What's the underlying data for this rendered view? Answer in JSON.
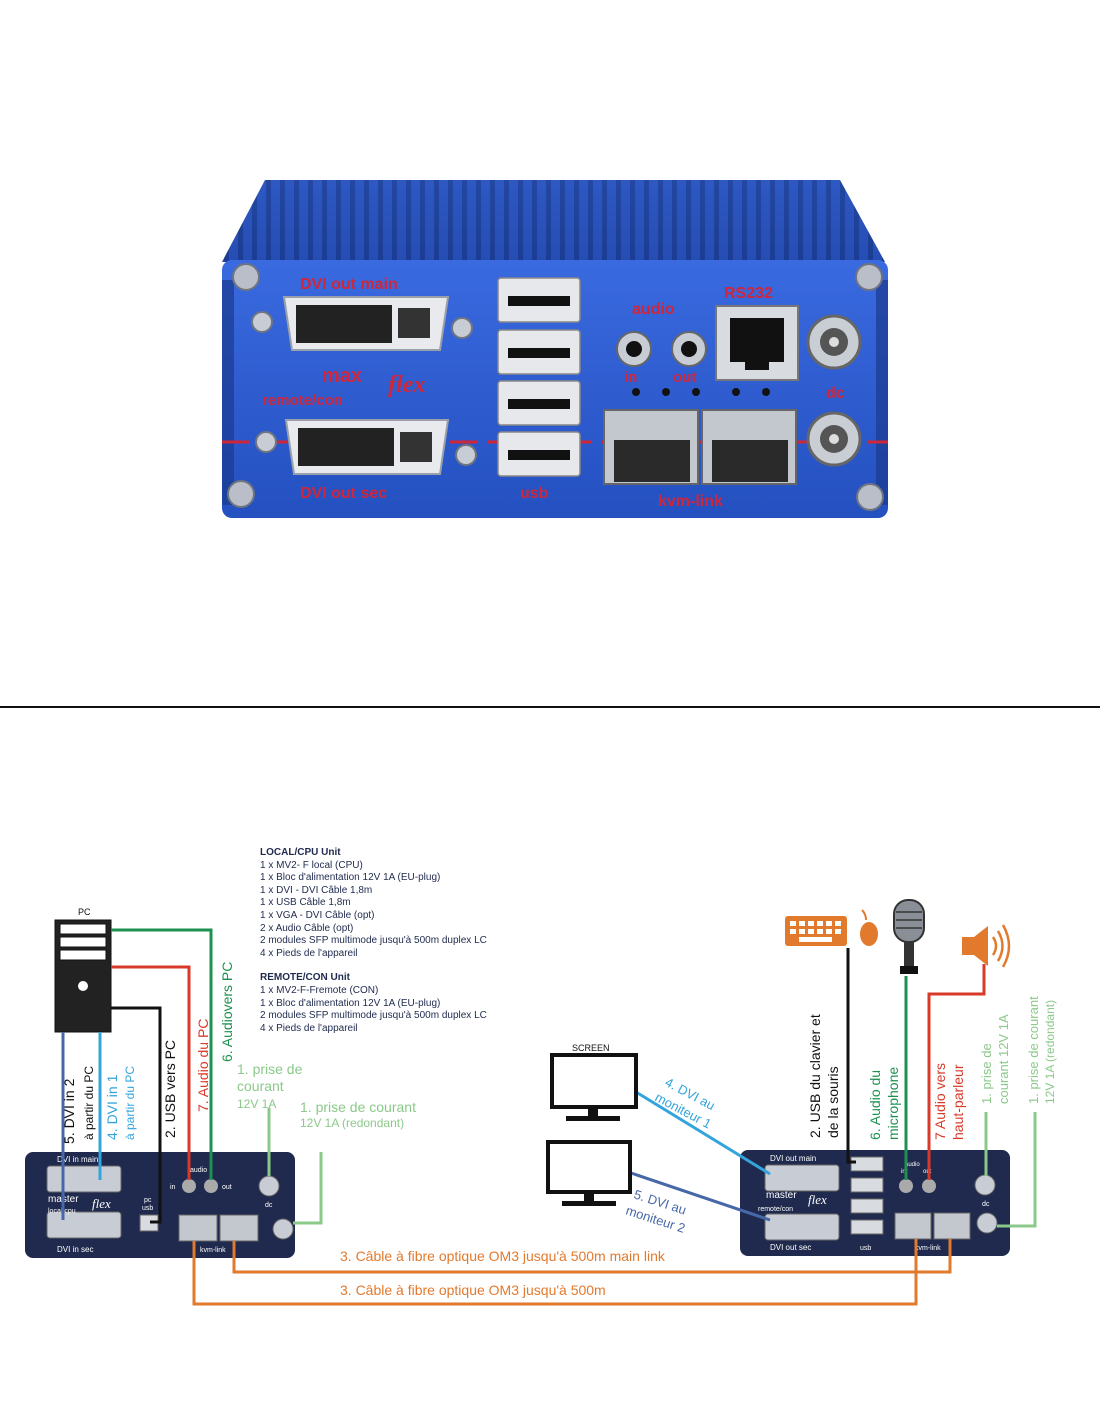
{
  "device": {
    "dvi_main": "DVI out main",
    "dvi_sec": "DVI out sec",
    "brand_max": "max",
    "brand_flex": "flex",
    "remote_con": "remote/con",
    "usb": "usb",
    "audio": "audio",
    "audio_in": "in",
    "audio_out": "out",
    "rs232": "RS232",
    "dc": "dc",
    "kvm_link": "kvm-link"
  },
  "contents": {
    "local_title": "LOCAL/CPU Unit",
    "local_items": [
      "1 x MV2- F local (CPU)",
      "1 x Bloc d'alimentation 12V 1A (EU-plug)",
      "1 x DVI - DVI Câble 1,8m",
      "1 x USB Câble 1,8m",
      "1 x VGA - DVI Câble (opt)",
      "2 x Audio Câble (opt)",
      "2 modules SFP multimode jusqu'à 500m duplex LC",
      "4 x Pieds de l'appareil"
    ],
    "remote_title": "REMOTE/CON Unit",
    "remote_items": [
      "1 x MV2-F-Fremote (CON)",
      "1 x Bloc d'alimentation 12V 1A (EU-plug)",
      "2 modules SFP multimode jusqu'à 500m duplex LC",
      "4 x Pieds de l'appareil"
    ]
  },
  "diagram": {
    "pc_label": "PC",
    "screen_label": "SCREEN",
    "local_unit": {
      "dvi_in_main": "DVI in main",
      "dvi_in_sec": "DVI in sec",
      "brand": "master",
      "brand_flex": "flex",
      "local_cpu": "local/cpu",
      "pc": "pc",
      "usb": "usb",
      "audio": "audio",
      "in": "in",
      "out": "out",
      "dc": "dc",
      "kvm_link": "kvm-link"
    },
    "remote_unit": {
      "dvi_out_main": "DVI out main",
      "dvi_out_sec": "DVI out sec",
      "brand": "master",
      "brand_flex": "flex",
      "remote_con": "remote/con",
      "usb": "usb",
      "audio": "audio",
      "in": "in",
      "out": "out",
      "dc": "dc",
      "kvm_link": "kvm-link"
    },
    "labels": {
      "dvi_in_2": "5. DVI in 2",
      "dvi_in_2_sub": "à partir du PC",
      "dvi_in_1": "4. DVI in 1",
      "dvi_in_1_sub": "à partir du PC",
      "usb_vers_pc": "2. USB vers PC",
      "audio_du_pc": "7. Audio du PC",
      "audio_vers_pc": "6. Audiovers PC",
      "prise_l1": "1. prise de",
      "prise_l2": "courant",
      "prise_l3": "12V 1A",
      "prise_red_l1": "1. prise de courant",
      "prise_red_l2": "12V 1A (redondant)",
      "dvi_moniteur1_l1": "4. DVI au",
      "dvi_moniteur1_l2": "moniteur 1",
      "dvi_moniteur2_l1": "5. DVI au",
      "dvi_moniteur2_l2": "moniteur 2",
      "usb_clavier_l1": "2. USB du clavier et",
      "usb_clavier_l2": "de la souris",
      "audio_micro_l1": "6. Audio du",
      "audio_micro_l2": "microphone",
      "audio_hp_l1": "7 Audio vers",
      "audio_hp_l2": "haut-parleur",
      "r_prise_l1": "1. prise de",
      "r_prise_l2": "courant 12V 1A",
      "r_prise_red_l1": "1. prise de courant",
      "r_prise_red_l2": "12V 1A (redondant)",
      "fibre_main": "3. Câble à fibre optique OM3 jusqu'à 500m main link",
      "fibre": "3. Câble à fibre optique OM3 jusqu'à 500m"
    }
  },
  "colors": {
    "device_blue": "#2f5fd6",
    "device_red": "#d0263a",
    "unit_navy": "#1f2a4e",
    "light_blue": "#33a4dc",
    "dark_blue": "#4768a8",
    "red": "#d83a2a",
    "green": "#1e9150",
    "light_green": "#8bc98a",
    "orange": "#e27a2e",
    "black": "#111111"
  }
}
